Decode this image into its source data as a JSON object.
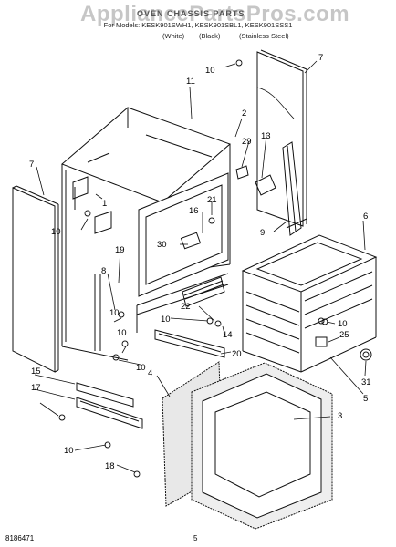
{
  "header": {
    "watermark": "AppliancePartsPros.com",
    "title": "OVEN CHASSIS PARTS",
    "models_line": "For Models: KESK901SWH1, KESK901SBL1, KESK901SSS1",
    "color_labels": [
      "(White)",
      "(Black)",
      "(Stainless Steel)"
    ]
  },
  "callouts": [
    "1",
    "2",
    "3",
    "4",
    "5",
    "6",
    "7",
    "7",
    "8",
    "9",
    "10",
    "10",
    "10",
    "10",
    "10",
    "10",
    "10",
    "10",
    "11",
    "13",
    "14",
    "15",
    "16",
    "17",
    "18",
    "19",
    "20",
    "21",
    "22",
    "25",
    "29",
    "30",
    "31"
  ],
  "footer": {
    "doc_number": "8186471",
    "page": "5"
  }
}
